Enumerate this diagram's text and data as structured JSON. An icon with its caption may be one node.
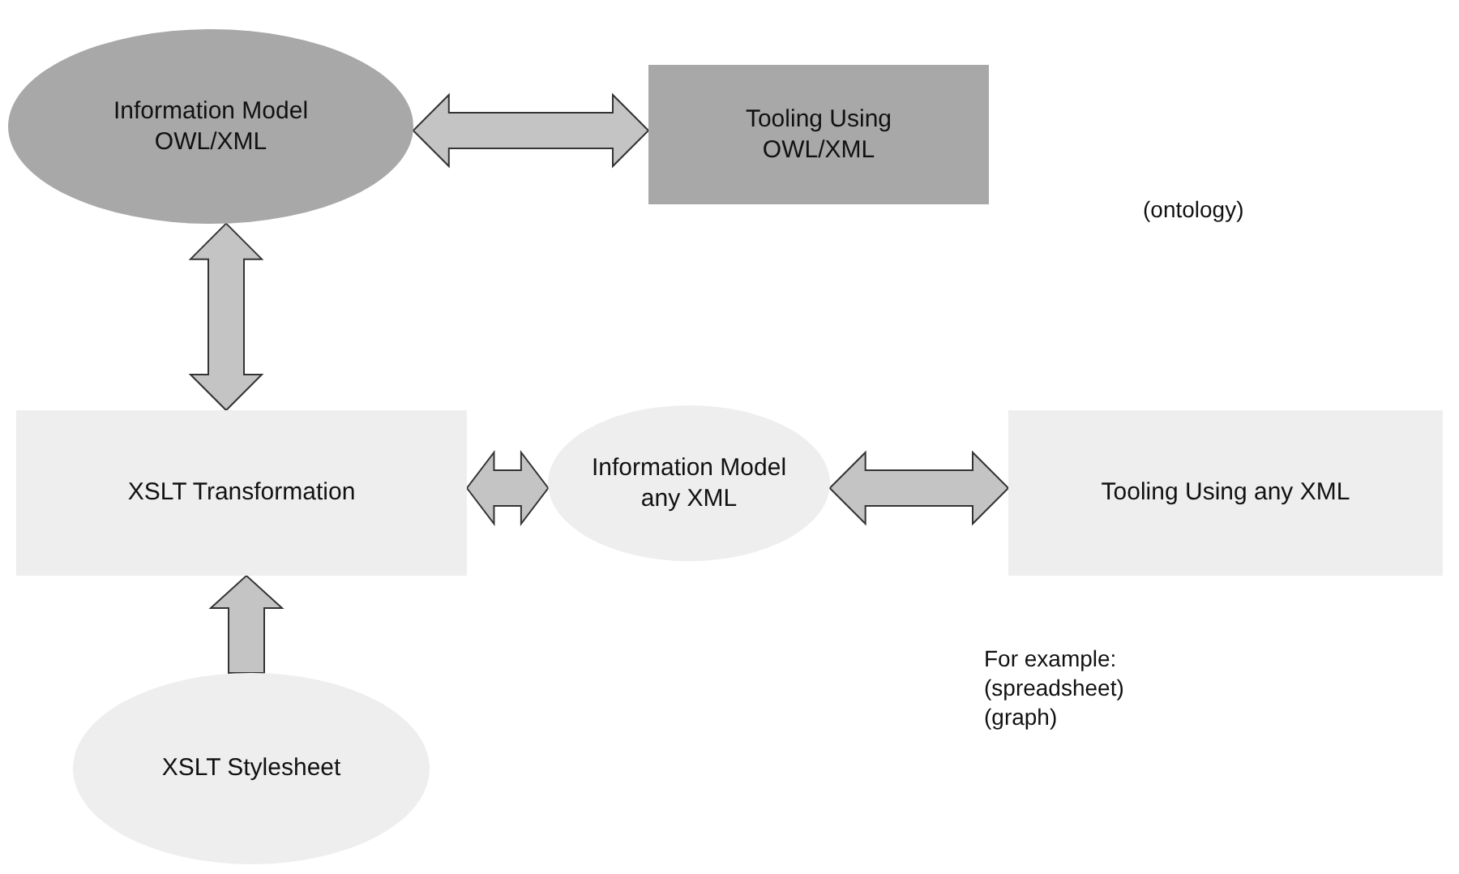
{
  "diagram": {
    "nodes": [
      {
        "text": [
          "Information Model OWL/XML"
        ]
      },
      {
        "text": [
          "Tooling Using OWL/XML"
        ]
      },
      {
        "text": [
          "XSLT Transformation"
        ]
      },
      {
        "text": [
          "Information Model any XML"
        ]
      },
      {
        "text": [
          "Tooling Using any XML"
        ]
      },
      {
        "text": [
          "XSLT Stylesheet"
        ]
      }
    ],
    "edges": [
      {
        "from": 0,
        "to": 1,
        "arrow": "both"
      },
      {
        "from": 0,
        "to": 2,
        "arrow": "both"
      },
      {
        "from": 2,
        "to": 3,
        "arrow": "both"
      },
      {
        "from": 3,
        "to": 4,
        "arrow": "both"
      },
      {
        "from": 5,
        "to": 2,
        "arrow": "to"
      }
    ],
    "labels": [
      "(ontology)",
      "For example:",
      "(spreadsheet)",
      "(graph)"
    ]
  }
}
